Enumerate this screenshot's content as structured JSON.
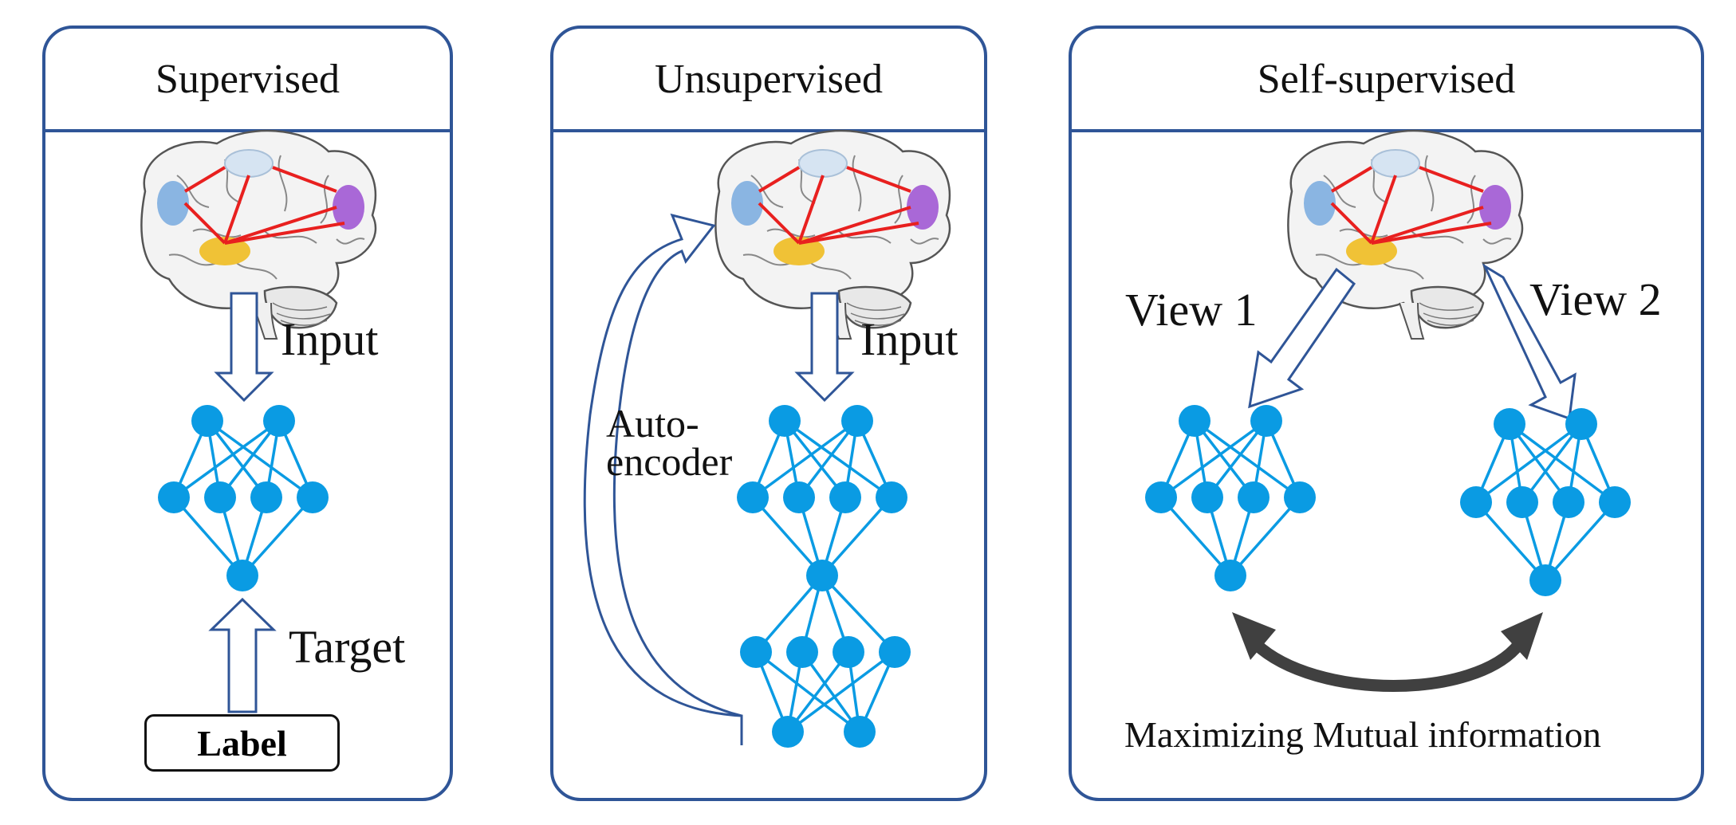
{
  "panels": {
    "supervised": {
      "title": "Supervised",
      "input_label": "Input",
      "target_label": "Target",
      "label_box": "Label"
    },
    "unsupervised": {
      "title": "Unsupervised",
      "input_label": "Input",
      "autoencoder_label_1": "Auto-",
      "autoencoder_label_2": "encoder"
    },
    "self_supervised": {
      "title": "Self-supervised",
      "view1_label": "View 1",
      "view2_label": "View 2",
      "caption": "Maximizing Mutual information"
    }
  },
  "colors": {
    "panel_border": "#2f5597",
    "arrow_outline": "#2f5597",
    "node": "#0a9be3",
    "edge": "#0a9be3",
    "mutual_info_arrow": "#404040",
    "brain_connection": "#e8201f"
  },
  "icons": [
    "brain-icon",
    "neural-network-icon",
    "hollow-arrow-icon",
    "curved-arrow-icon",
    "double-headed-arrow-icon"
  ]
}
